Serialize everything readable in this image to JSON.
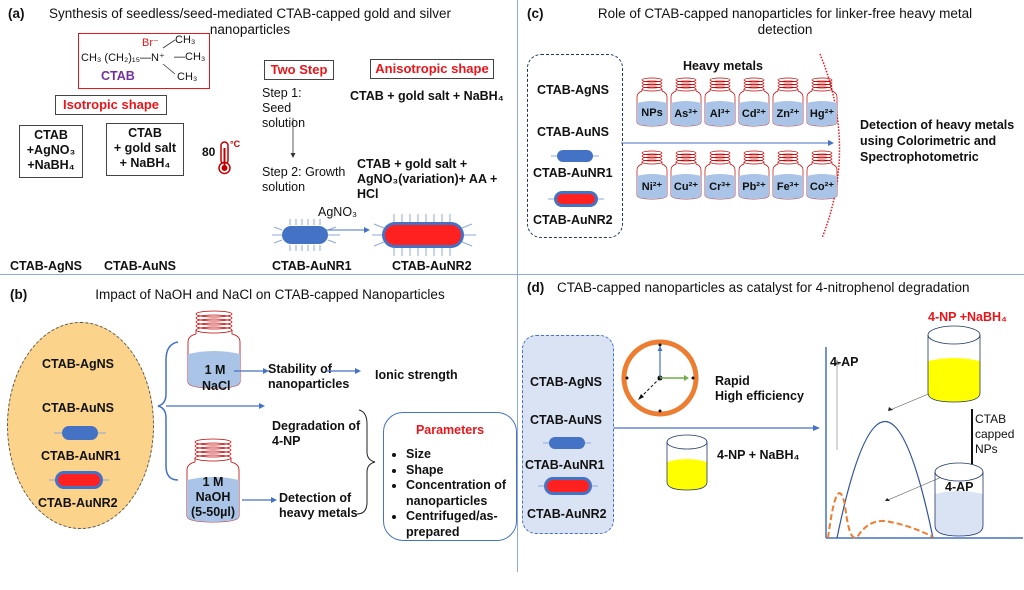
{
  "panel_a": {
    "label": "(a)",
    "title": "Synthesis of seedless/seed-mediated CTAB-capped gold and silver nanoparticles",
    "ctab_formula": {
      "chain": "CH₃ (CH₂)₁₅—N⁺",
      "counter_ion": "Br⁻",
      "methyl_top": "CH₃",
      "methyl_right": "—CH₃",
      "methyl_bottom": "CH₃",
      "name": "CTAB"
    },
    "isotropic_label": "Isotropic shape",
    "anisotropic_label": "Anisotropic shape",
    "two_step_label": "Two Step",
    "recipe_agns": [
      "CTAB",
      "+AgNO₃",
      "+NaBH₄"
    ],
    "recipe_auns": [
      "CTAB",
      "+ gold salt",
      "+ NaBH₄"
    ],
    "temperature": "80",
    "temperature_unit": "°C",
    "step1_label": "Step 1: Seed solution",
    "step1_recipe": "CTAB + gold salt + NaBH₄",
    "step2_label": "Step 2: Growth solution",
    "step2_recipe": "CTAB + gold salt + AgNO₃(variation)+ AA + HCl",
    "arrow_reagent": "AgNO₃",
    "particles": [
      "CTAB-AgNS",
      "CTAB-AuNS",
      "CTAB-AuNR1",
      "CTAB-AuNR2"
    ]
  },
  "panel_b": {
    "label": "(b)",
    "title": "Impact of NaOH and NaCl on CTAB-capped Nanoparticles",
    "particles": [
      "CTAB-AgNS",
      "CTAB-AuNS",
      "CTAB-AuNR1",
      "CTAB-AuNR2"
    ],
    "nacl_jar": [
      "1 M",
      "NaCl"
    ],
    "naoh_jar": [
      "1 M",
      "NaOH",
      "(5-50µl)"
    ],
    "stability": "Stability of nanoparticles",
    "ionic_strength": "Ionic strength",
    "degradation": "Degradation of 4-NP",
    "detection": "Detection of heavy metals",
    "parameters_title": "Parameters",
    "parameters": [
      "Size",
      "Shape",
      "Concentration of nanoparticles",
      "Centrifuged/as-prepared"
    ]
  },
  "panel_c": {
    "label": "(c)",
    "title": "Role of CTAB-capped nanoparticles for linker-free heavy metal detection",
    "particles": [
      "CTAB-AgNS",
      "CTAB-AuNS",
      "CTAB-AuNR1",
      "CTAB-AuNR2"
    ],
    "heavy_metals_label": "Heavy metals",
    "row1": [
      "NPs",
      "As³⁺",
      "Al³⁺",
      "Cd²⁺",
      "Zn²⁺",
      "Hg²⁺"
    ],
    "row2": [
      "Ni²⁺",
      "Cu²⁺",
      "Cr³⁺",
      "Pb²⁺",
      "Fe³⁺",
      "Co²⁺"
    ],
    "detection_text": "Detection of heavy metals using Colorimetric and Spectrophotometric"
  },
  "panel_d": {
    "label": "(d)",
    "title": "CTAB-capped nanoparticles as catalyst for 4-nitrophenol degradation",
    "particles": [
      "CTAB-AgNS",
      "CTAB-AuNS",
      "CTAB-AuNR1",
      "CTAB-AuNR2"
    ],
    "rapid": "Rapid",
    "high_efficiency": "High efficiency",
    "beaker_label": "4-NP + NaBH₄",
    "top_beaker_label": "4-NP +NaBH₄",
    "axis_label": "4-AP",
    "catalyst_label": "CTAB capped NPs",
    "product_label": "4-AP"
  },
  "colors": {
    "silver_np": "#f7b500",
    "gold_np": "#ff0000",
    "ctab_blue": "#4472c4",
    "divider": "#8eaadb",
    "accent_red": "#e8161b",
    "orange": "#ed7d31",
    "yellow": "#ffff00",
    "ellipse_fill": "#fbd38a",
    "panel_d_box": "#dae3f3"
  }
}
